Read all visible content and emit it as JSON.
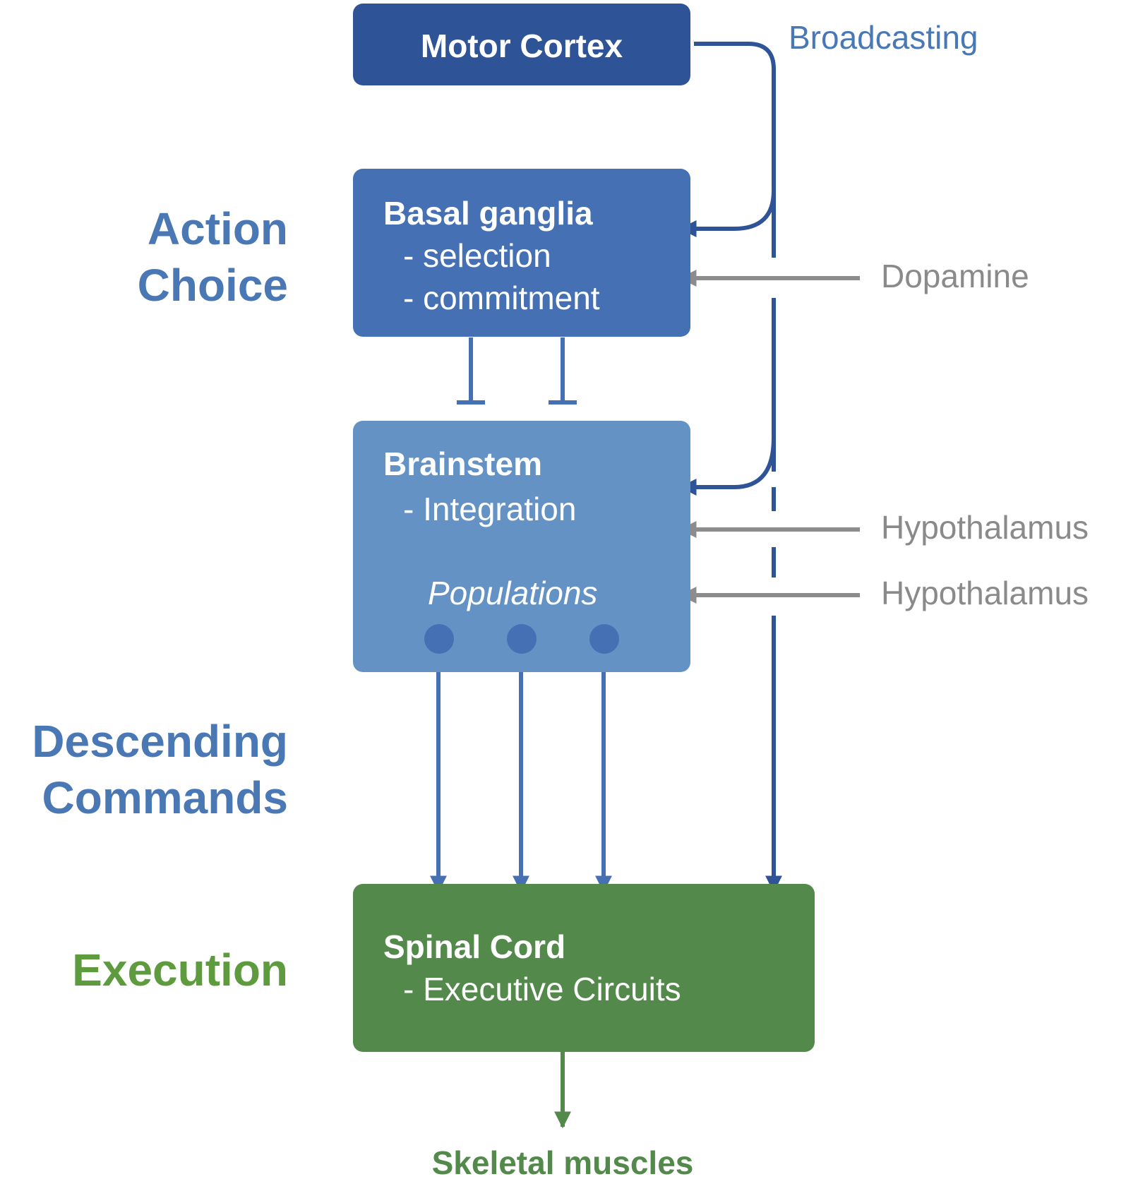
{
  "boxes": {
    "motor_cortex": {
      "title": "Motor Cortex",
      "color": "#2f5397"
    },
    "basal_ganglia": {
      "title": "Basal ganglia",
      "line1": "- selection",
      "line2": "- commitment",
      "color": "#4570b3"
    },
    "brainstem": {
      "title": "Brainstem",
      "line1": "- Integration",
      "populations": "Populations",
      "color": "#6492c4"
    },
    "spinal_cord": {
      "title": "Spinal Cord",
      "line1": "- Executive Circuits",
      "color": "#538a4b"
    }
  },
  "stages": {
    "action_choice": [
      "Action",
      "Choice"
    ],
    "descending_commands": [
      "Descending",
      "Commands"
    ],
    "execution": "Execution"
  },
  "inputs": {
    "broadcasting": "Broadcasting",
    "dopamine": "Dopamine",
    "hypothalamus_1": "Hypothalamus",
    "hypothalamus_2": "Hypothalamus"
  },
  "output": "Skeletal muscles",
  "colors": {
    "stage_blue": "#4a78b5",
    "stage_green": "#5e9a3e",
    "cortex_line": "#2f5397",
    "brainstem_line": "#4570b3",
    "input_gray": "#8c8c8c",
    "output_green": "#538a4b"
  }
}
